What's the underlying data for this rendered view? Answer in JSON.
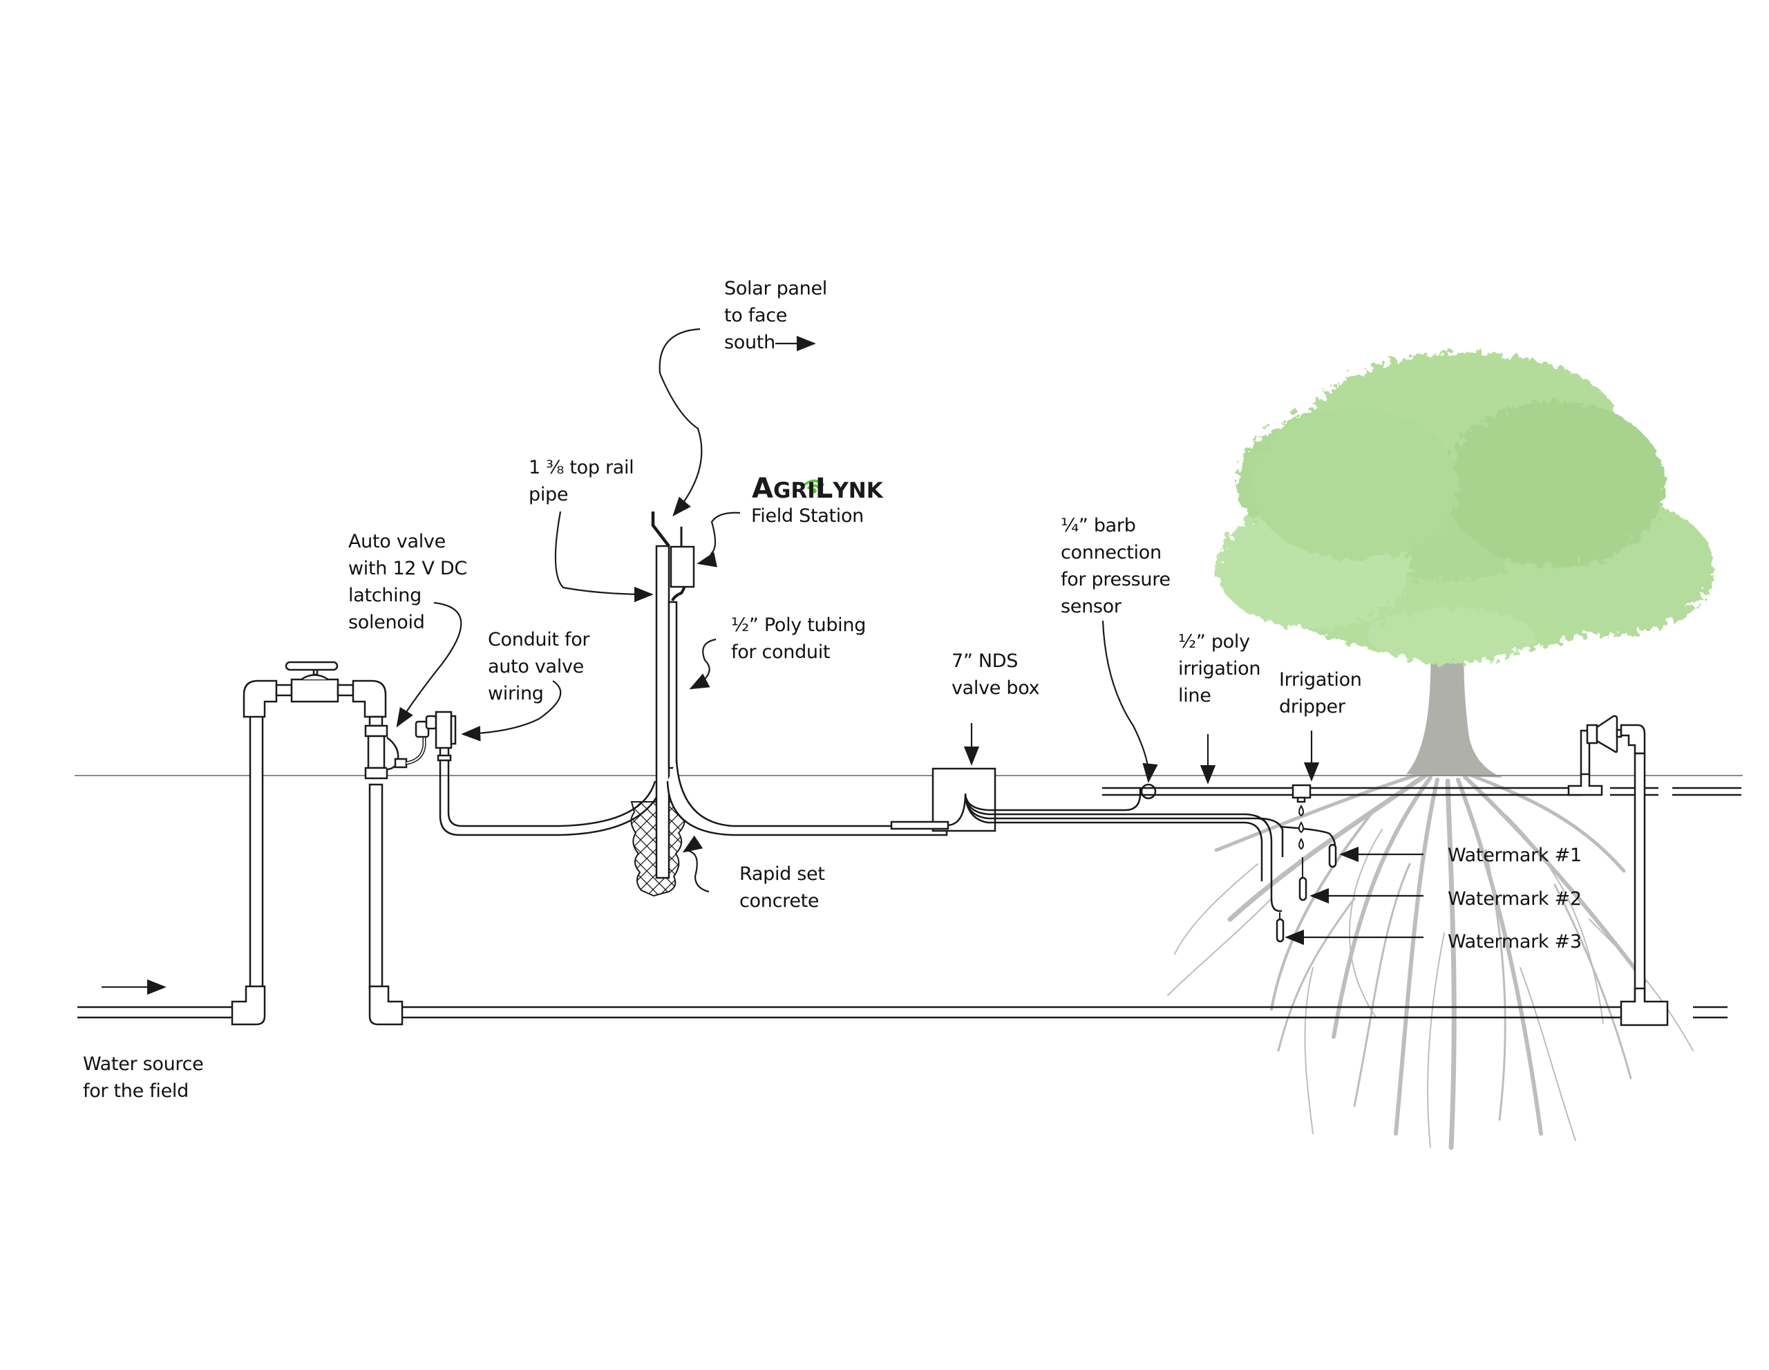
{
  "diagram": {
    "title": "Field irrigation installation with AgriLynk Field Station",
    "colors": {
      "line": "#1a1a1a",
      "ground": "#8a8a8a",
      "foliage": "#a8d98a",
      "foliage_dark": "#8fc473",
      "trunk": "#9a9a92",
      "roots": "#b4b4b0",
      "signal": "#5cc43a"
    },
    "logo": {
      "brand_part1": "A",
      "brand_part2": "GRI",
      "brand_part3": "L",
      "brand_part4": "YNK",
      "brand_full": "AgriLynk",
      "icon": "wifi-signal-icon"
    },
    "labels": {
      "solar_panel": "Solar panel\nto face\nsouth",
      "top_rail": "1 ⅜ top rail\npipe",
      "field_station": "Field Station",
      "auto_valve": "Auto valve\nwith 12 V DC\nlatching\nsolenoid",
      "conduit": "Conduit for\nauto valve\nwiring",
      "poly_tubing": "½” Poly tubing\nfor conduit",
      "valve_box": "7” NDS\nvalve box",
      "barb": "¼” barb\nconnection\nfor pressure\nsensor",
      "poly_irrigation": "½” poly\nirrigation\nline",
      "dripper": "Irrigation\ndripper",
      "concrete": "Rapid set\nconcrete",
      "watermark1": "Watermark #1",
      "watermark2": "Watermark #2",
      "watermark3": "Watermark #3",
      "water_source": "Water source\nfor the field"
    }
  }
}
